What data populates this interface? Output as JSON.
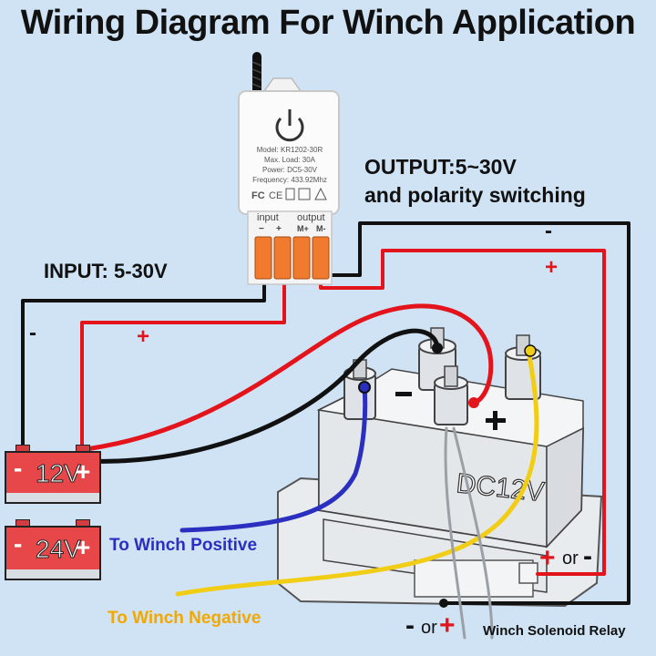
{
  "title": "Wiring Diagram For Winch Application",
  "input_label": "INPUT: 5-30V",
  "output_label_line1": "OUTPUT:5~30V",
  "output_label_line2": "and polarity switching",
  "minus": "-",
  "plus": "+",
  "or": "or",
  "module": {
    "model": "Model: KR1202-30R",
    "max_load": "Max. Load: 30A",
    "power": "Power: DC5-30V",
    "frequency": "Frequency: 433.92Mhz",
    "input": "input",
    "output": "output",
    "term_minus": "−",
    "term_plus": "+",
    "term_mplus": "M+",
    "term_mminus": "M-"
  },
  "battery_12": "12V",
  "battery_24": "24V",
  "solenoid_label": "DC12V",
  "to_winch_positive": "To Winch Positive",
  "to_winch_negative": "To Winch Negative",
  "winch_solenoid_relay": "Winch Solenoid Relay",
  "colors": {
    "red_wire": "#e3141b",
    "black_wire": "#111111",
    "blue_wire": "#2b2fbf",
    "yellow_wire": "#f2cd16",
    "battery": "#e8474a",
    "orange_terminal": "#f07a2e",
    "blue_label": "#2b2fbf",
    "orange_label": "#f2a800"
  }
}
